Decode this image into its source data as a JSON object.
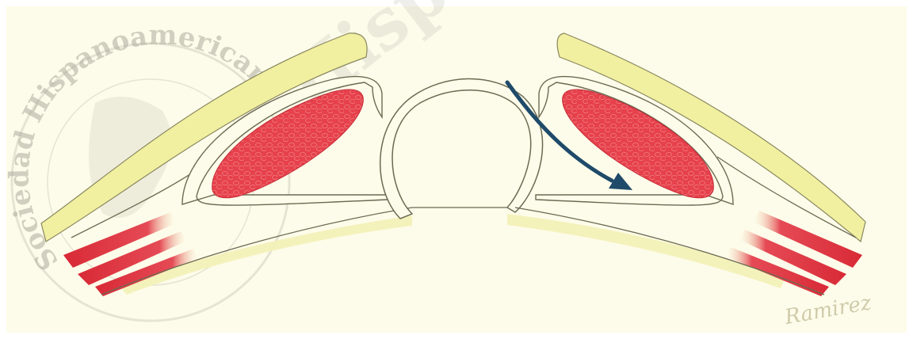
{
  "watermark": {
    "seal_text": "Sociedad Hispanoamericana de Hernia · Pro Chirurgia et Scientia",
    "diagonal_text": "Hispanoamericana de Hernia"
  },
  "signature": "Ramirez",
  "colors": {
    "background": "#fdfcea",
    "subcutaneous_fat": "#f1f0a0",
    "rectus_muscle": "#e5404a",
    "lateral_muscles": "#d82a36",
    "fascia_outline": "#6c6a52",
    "arrow": "#1f4a6a",
    "watermark": "#b9b8aa"
  },
  "icons": {
    "arrow": "curved-arrow-icon",
    "seal": "society-seal-icon"
  }
}
